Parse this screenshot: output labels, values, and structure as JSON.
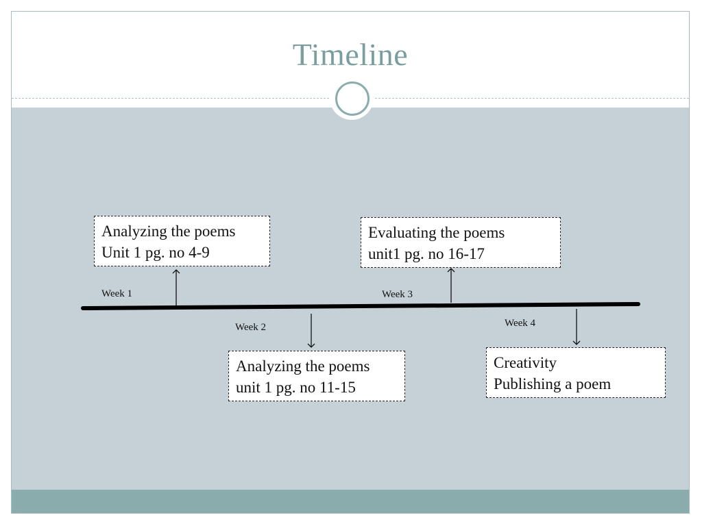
{
  "slide": {
    "title": "Timeline"
  },
  "colors": {
    "title": "#7a9ea0",
    "content_background": "#c5d1d7",
    "footer_band": "#8aacac",
    "timeline_line": "#000000"
  },
  "timeline": {
    "weeks": [
      {
        "label": "Week 1",
        "direction": "up",
        "lines": [
          "Analyzing the poems",
          "Unit 1 pg. no 4-9"
        ]
      },
      {
        "label": "Week 2",
        "direction": "down",
        "lines": [
          "Analyzing the poems",
          "unit 1 pg. no 11-15"
        ]
      },
      {
        "label": "Week 3",
        "direction": "up",
        "lines": [
          "Evaluating the poems",
          "unit1 pg. no 16-17"
        ]
      },
      {
        "label": "Week 4",
        "direction": "down",
        "lines": [
          "Creativity",
          "Publishing a poem"
        ]
      }
    ]
  }
}
